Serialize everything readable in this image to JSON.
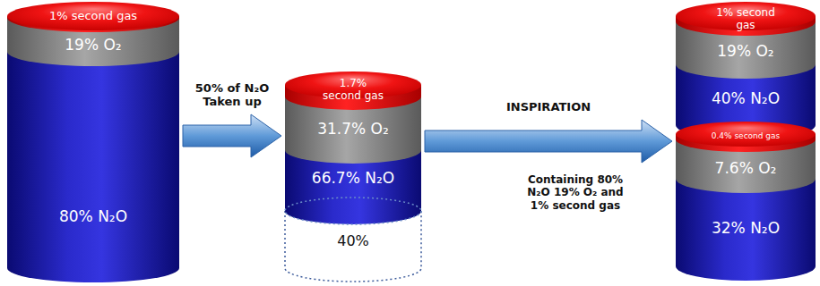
{
  "diagram": {
    "nodes": [
      {
        "text": [
          "1% second gas"
        ]
      },
      {
        "text": [
          "19% O₂"
        ]
      },
      {
        "text": [
          "80% N₂O"
        ]
      },
      {
        "text": [
          "1.7% second gas"
        ]
      },
      {
        "text": [
          "31.7% O₂"
        ]
      },
      {
        "text": [
          "66.7% N₂O"
        ]
      },
      {
        "text": [
          "40%"
        ]
      },
      {
        "text": [
          "1% second gas"
        ]
      },
      {
        "text": [
          "19% O₂"
        ]
      },
      {
        "text": [
          "40% N₂O"
        ]
      },
      {
        "text": [
          "0.4% second gas"
        ]
      },
      {
        "text": [
          "7.6% O₂"
        ]
      },
      {
        "text": [
          "32% N₂O"
        ]
      }
    ],
    "edges": [
      {
        "from": 2,
        "to": 4,
        "arrow": "to",
        "label": "50% of N₂O Taken up"
      },
      {
        "from": 4,
        "to": 10,
        "arrow": "to",
        "label": "INSPIRATION"
      }
    ],
    "labels": [
      "Containing 80% N₂O 19% O₂ and 1% second gas"
    ]
  }
}
